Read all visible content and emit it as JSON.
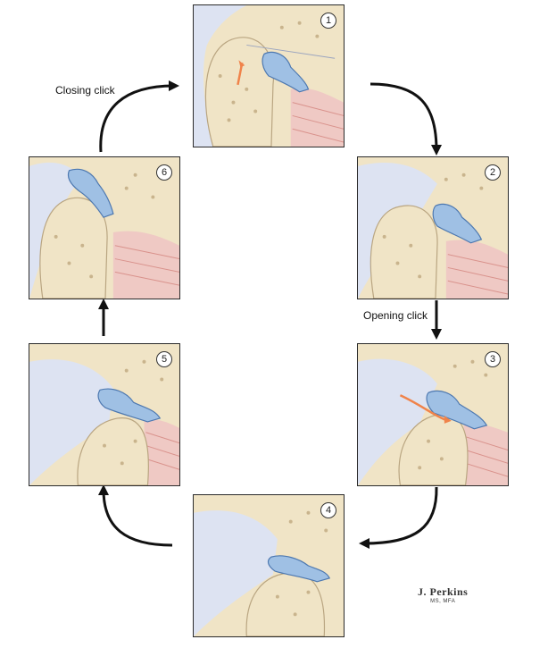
{
  "panels": [
    {
      "id": "1",
      "label": "1"
    },
    {
      "id": "2",
      "label": "2"
    },
    {
      "id": "3",
      "label": "3"
    },
    {
      "id": "4",
      "label": "4"
    },
    {
      "id": "5",
      "label": "5"
    },
    {
      "id": "6",
      "label": "6"
    }
  ],
  "labels": {
    "closing": "Closing click",
    "opening": "Opening click"
  },
  "signature": {
    "name": "J. Perkins",
    "credentials": "MS, MFA"
  },
  "colors": {
    "bone": "#f0e4c6",
    "bone_dots": "#c9b48d",
    "disc": "#9fc0e4",
    "disc_stroke": "#4d78b0",
    "synovial": "#dde3f2",
    "muscle": "#efc9c4",
    "muscle_lines": "#d9928c",
    "motion_arrow": "#f0834a",
    "cycle_arrow": "#111111"
  }
}
